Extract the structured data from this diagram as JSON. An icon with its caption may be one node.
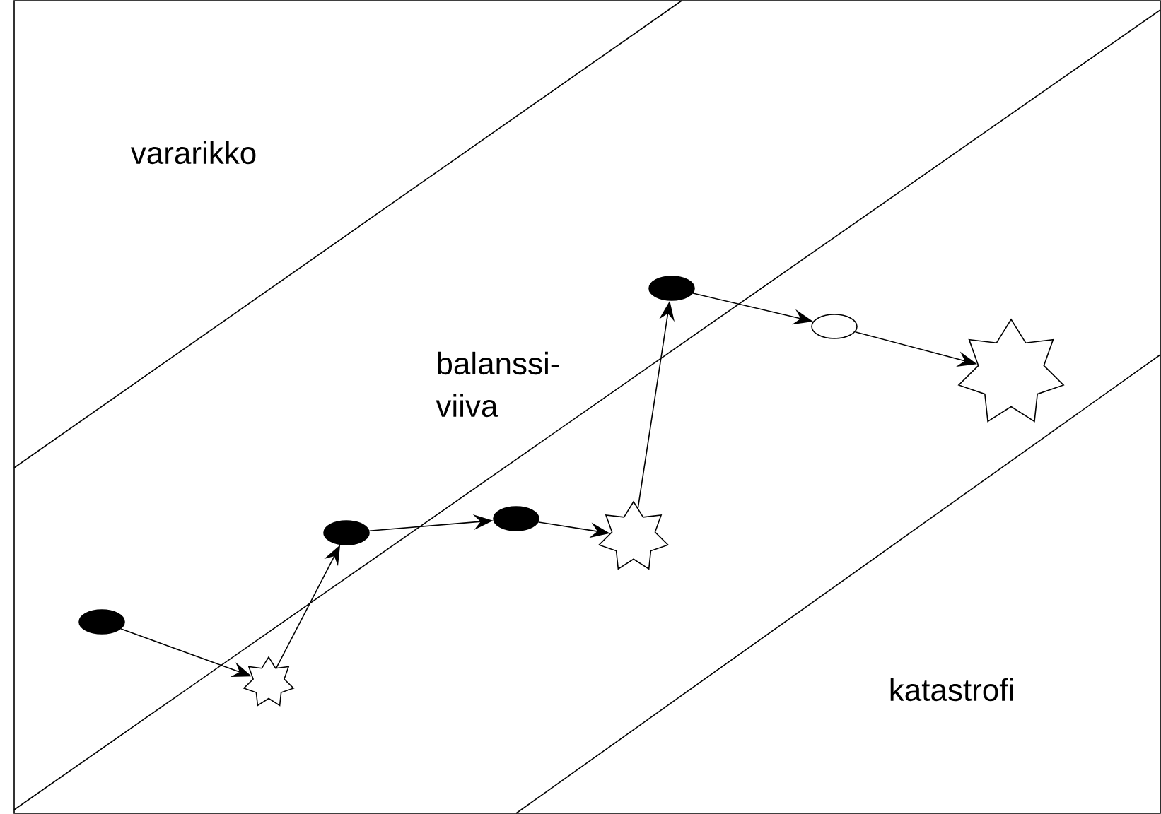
{
  "diagram": {
    "nodes": [
      {
        "text": [],
        "shape": "ellipse"
      },
      {
        "text": [],
        "shape": "star"
      },
      {
        "text": [],
        "shape": "ellipse"
      },
      {
        "text": [],
        "shape": "ellipse"
      },
      {
        "text": [],
        "shape": "star"
      },
      {
        "text": [],
        "shape": "ellipse"
      },
      {
        "text": [],
        "shape": "ellipse"
      },
      {
        "text": [],
        "shape": "star"
      }
    ],
    "edges": [
      {
        "from": 0,
        "to": 1,
        "arrow": "to"
      },
      {
        "from": 1,
        "to": 2,
        "arrow": "to"
      },
      {
        "from": 2,
        "to": 3,
        "arrow": "to"
      },
      {
        "from": 3,
        "to": 4,
        "arrow": "to"
      },
      {
        "from": 4,
        "to": 5,
        "arrow": "to"
      },
      {
        "from": 5,
        "to": 6,
        "arrow": "to"
      },
      {
        "from": 6,
        "to": 7,
        "arrow": "to"
      }
    ],
    "labels": [
      "vararikko",
      "balanssi- viiva",
      "katastrofi"
    ]
  }
}
